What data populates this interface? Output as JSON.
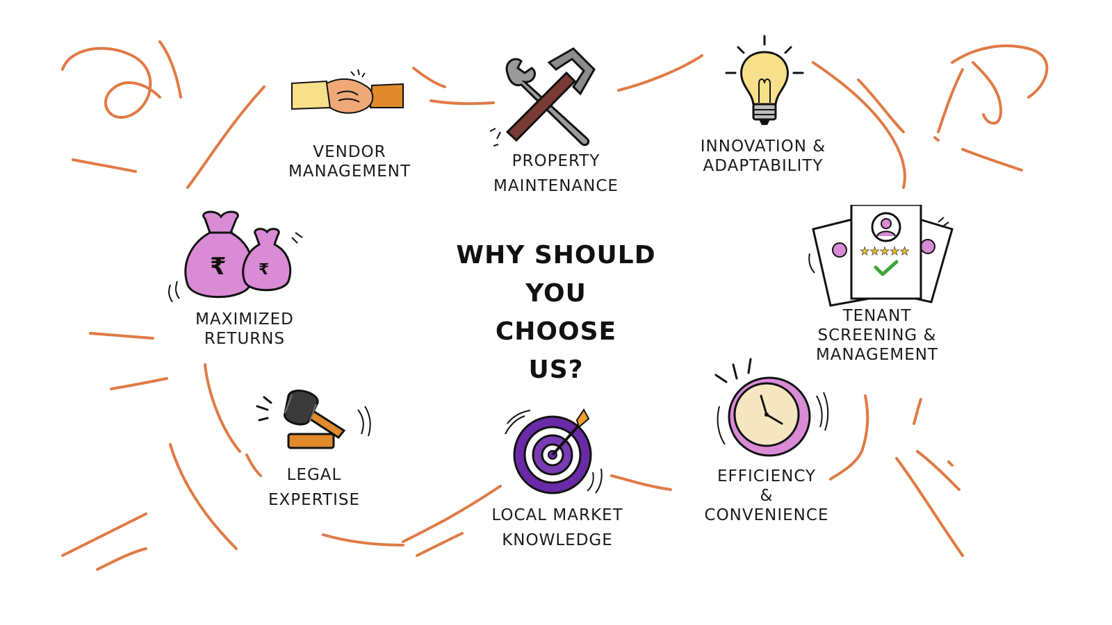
{
  "title_lines": [
    "WHY SHOULD",
    "YOU",
    "CHOOSE",
    "US?"
  ],
  "colors": {
    "accent_stroke": "#e07a45",
    "ink": "#111111",
    "purple": "#7a3bb5",
    "pink": "#d98bd6",
    "orange": "#e08a2c",
    "yellow": "#f8e08a"
  },
  "items": [
    {
      "icon": "handshake-icon",
      "lines": [
        "VENDOR",
        "MANAGEMENT"
      ]
    },
    {
      "icon": "tools-icon",
      "lines": [
        "PROPERTY",
        "MAINTENANCE"
      ]
    },
    {
      "icon": "lightbulb-icon",
      "lines": [
        "INNOVATION &",
        "ADAPTABILITY"
      ]
    },
    {
      "icon": "money-bags-icon",
      "lines": [
        "MAXIMIZED",
        "RETURNS"
      ]
    },
    {
      "icon": "tenant-profile-icon",
      "lines": [
        "TENANT",
        "SCREENING &",
        "MANAGEMENT"
      ]
    },
    {
      "icon": "gavel-icon",
      "lines": [
        "LEGAL",
        "EXPERTISE"
      ]
    },
    {
      "icon": "target-icon",
      "lines": [
        "LOCAL MARKET",
        "KNOWLEDGE"
      ]
    },
    {
      "icon": "clock-icon",
      "lines": [
        "EFFICIENCY",
        "&",
        "CONVENIENCE"
      ]
    }
  ]
}
